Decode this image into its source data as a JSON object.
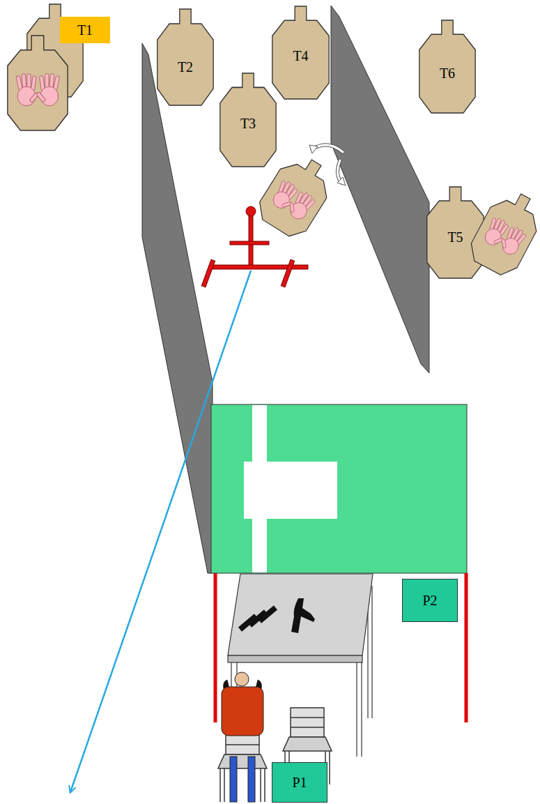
{
  "diagram": {
    "nodes": [
      {
        "text": [
          "T1"
        ]
      },
      {
        "text": [
          "T2"
        ]
      },
      {
        "text": [
          "T4"
        ]
      },
      {
        "text": [
          "T6"
        ]
      },
      {
        "text": [
          "T3"
        ]
      },
      {
        "text": [
          "T5"
        ]
      },
      {
        "text": [
          "P2"
        ]
      },
      {
        "text": [
          "P1"
        ]
      }
    ]
  }
}
